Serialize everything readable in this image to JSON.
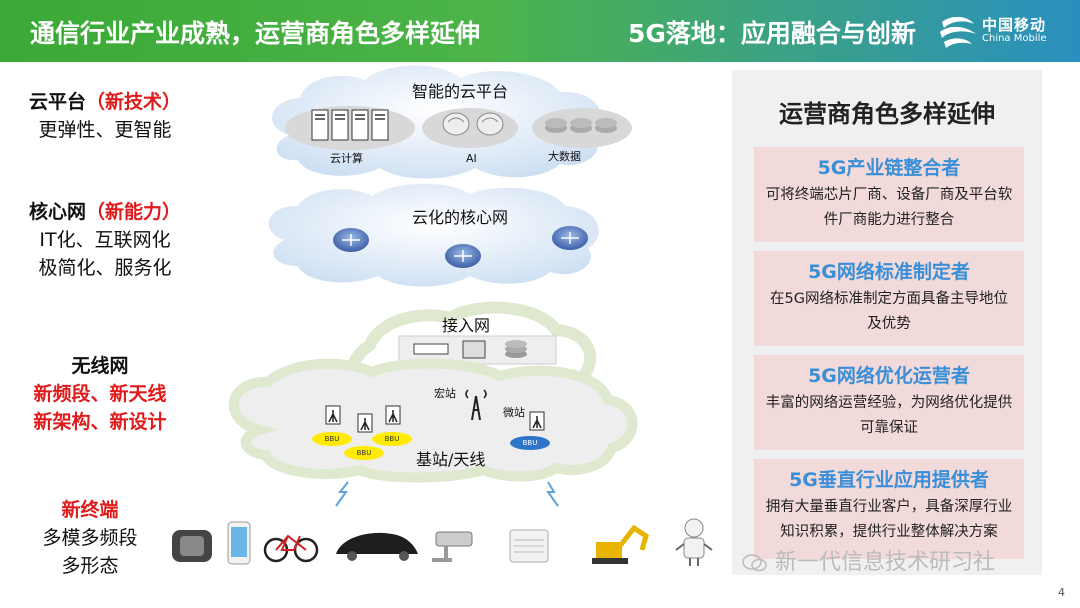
{
  "header": {
    "left_title": "通信行业产业成熟，运营商角色多样延伸",
    "right_title": "5G落地：应用融合与创新",
    "logo_cn": "中国移动",
    "logo_en": "China Mobile"
  },
  "left_labels": {
    "cloud": {
      "name": "云平台",
      "tag": "（新技术）",
      "desc": "更弹性、更智能"
    },
    "core": {
      "name": "核心网",
      "tag": "（新能力）",
      "desc1": "IT化、互联网化",
      "desc2": "极简化、服务化"
    },
    "wireless": {
      "name": "无线网",
      "line1": "新频段、新天线",
      "line2": "新架构、新设计"
    },
    "terminal": {
      "name": "新终端",
      "desc1": "多模多频段",
      "desc2": "多形态"
    }
  },
  "diagram": {
    "cloud_title": "智能的云平台",
    "cloud_items": [
      "云计算",
      "AI",
      "大数据"
    ],
    "core_title": "云化的核心网",
    "access_title": "接入网",
    "macro_label": "宏站",
    "micro_label": "微站",
    "bbu_label": "BBU",
    "base_label": "基站/天线"
  },
  "panel": {
    "title": "运营商角色多样延伸",
    "cards": [
      {
        "title": "5G产业链整合者",
        "desc": "可将终端芯片厂商、设备厂商及平台软件厂商能力进行整合"
      },
      {
        "title": "5G网络标准制定者",
        "desc": "在5G网络标准制定方面具备主导地位及优势"
      },
      {
        "title": "5G网络优化运营者",
        "desc": "丰富的网络运营经验，为网络优化提供可靠保证"
      },
      {
        "title": "5G垂直行业应用提供者",
        "desc": "拥有大量垂直行业客户，具备深厚行业知识积累，提供行业整体解决方案"
      }
    ]
  },
  "watermark": "新一代信息技术研习社",
  "page_number": "4",
  "colors": {
    "header_green": "#3aa935",
    "header_blue": "#2a8fbf",
    "accent_red": "#e01b1b",
    "card_title_blue": "#3a8fd8",
    "card_bg": "#f3dada"
  }
}
